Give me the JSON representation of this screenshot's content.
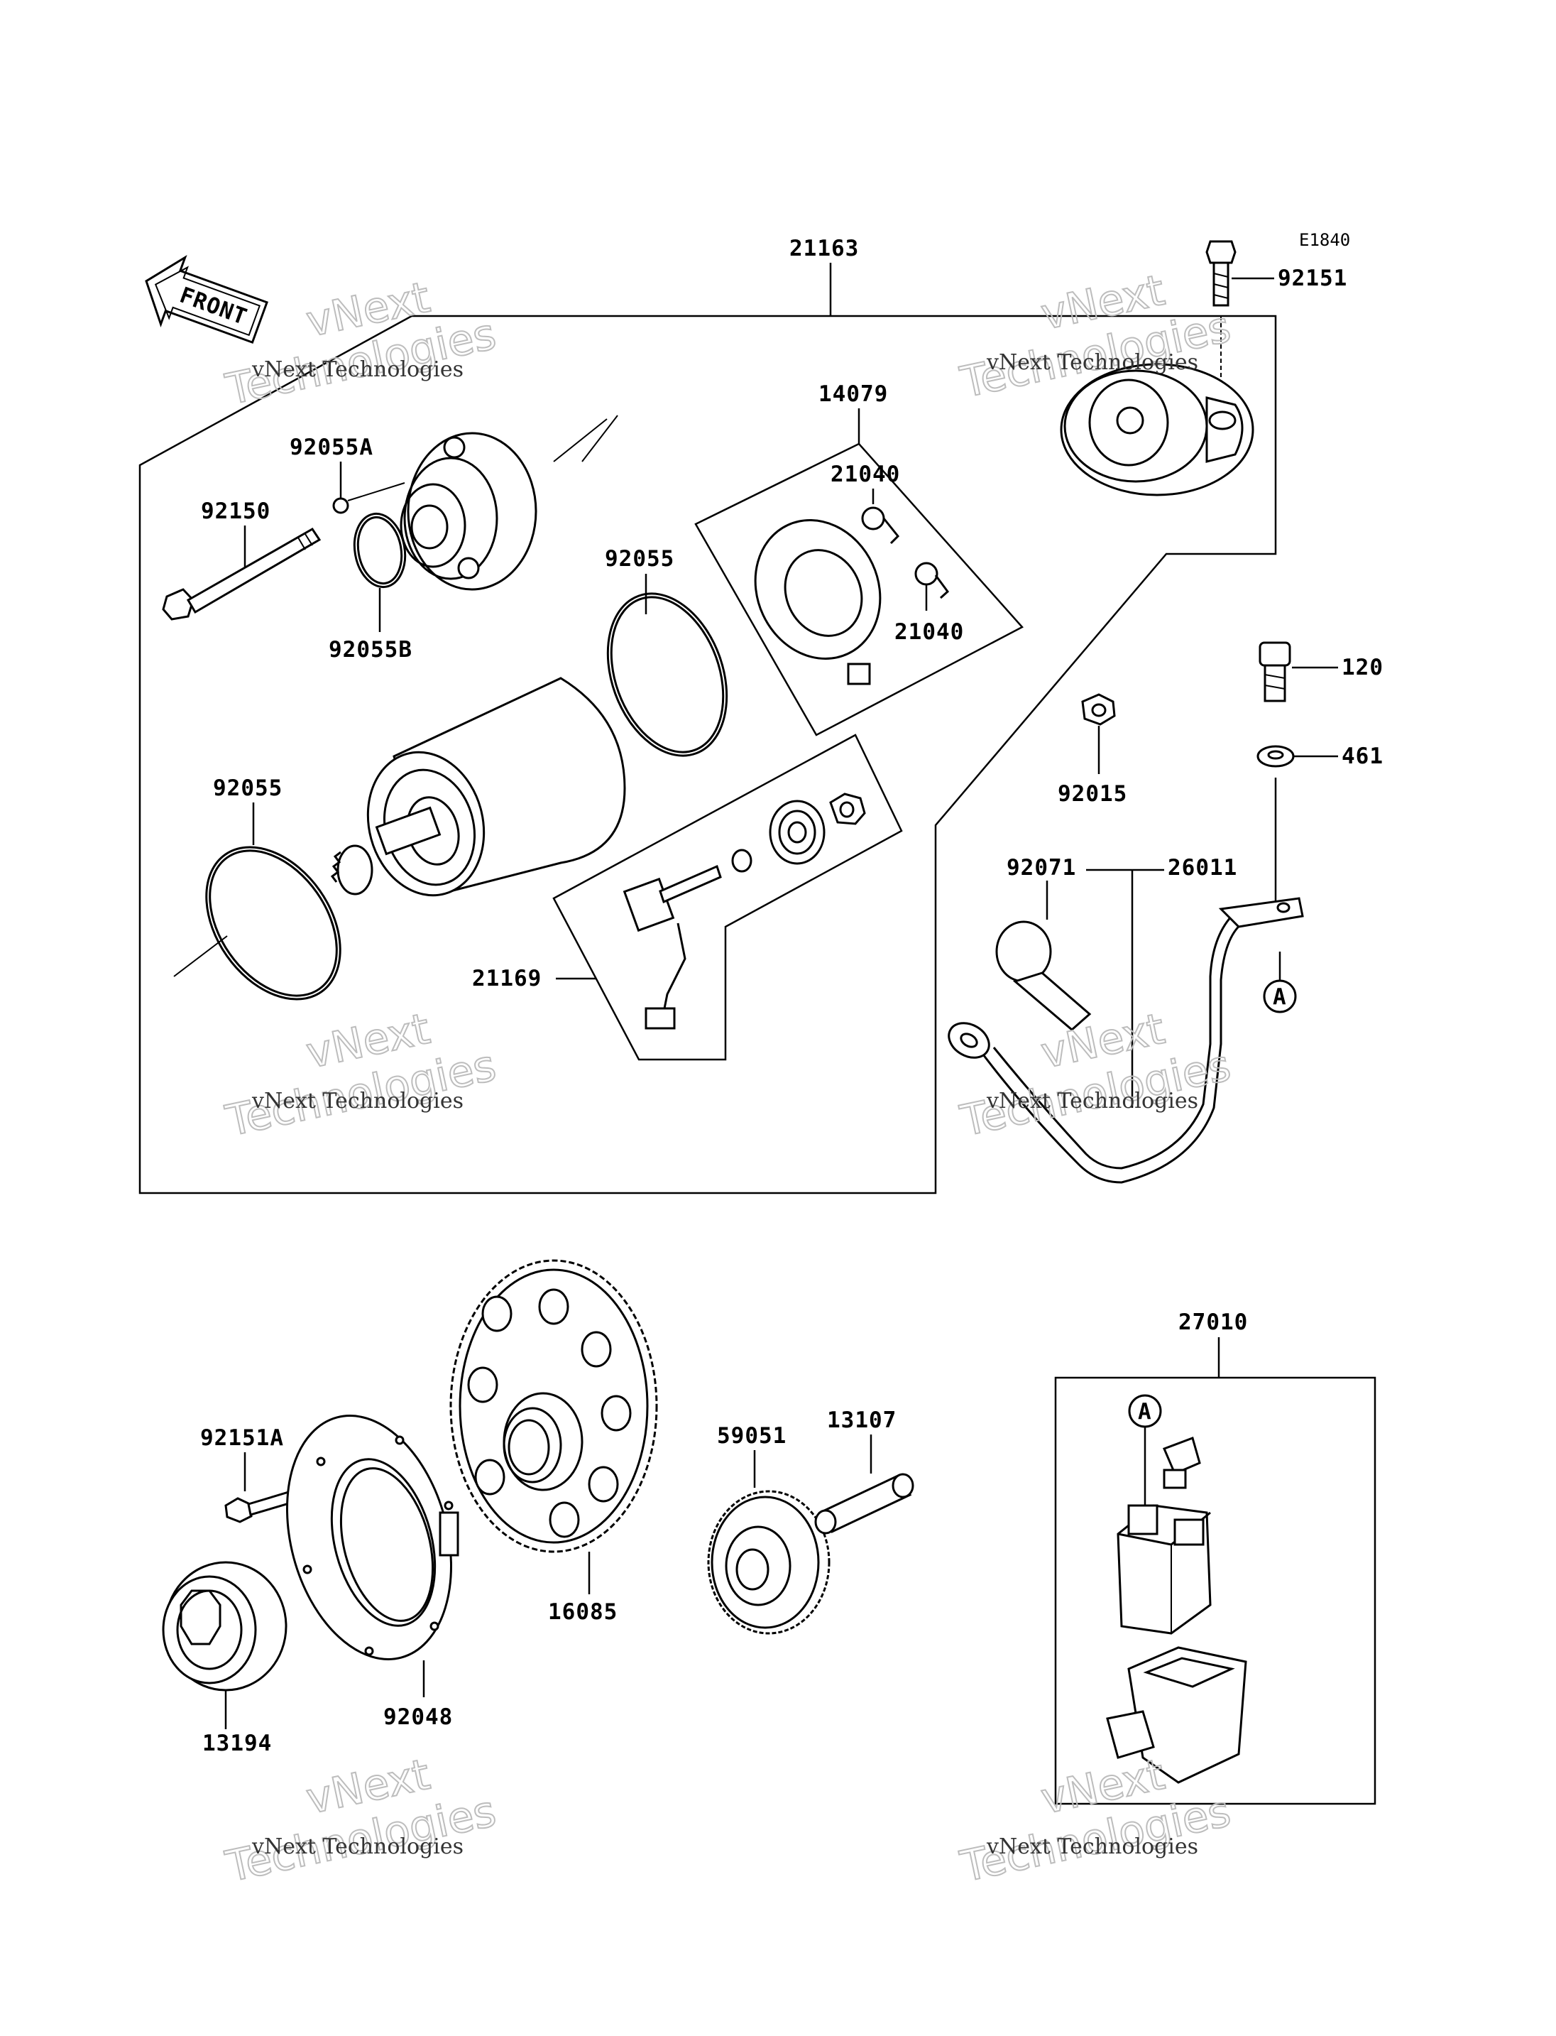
{
  "diagram_code": "E1840",
  "front_label": "FRONT",
  "callout_A": "A",
  "parts": {
    "p21163": "21163",
    "p92151": "92151",
    "p14079": "14079",
    "p21040a": "21040",
    "p21040b": "21040",
    "p92055A": "92055A",
    "p92150": "92150",
    "p92055B": "92055B",
    "p92055a": "92055",
    "p92055b": "92055",
    "p21169": "21169",
    "p120": "120",
    "p461": "461",
    "p92015": "92015",
    "p92071": "92071",
    "p26011": "26011",
    "p27010": "27010",
    "p92151A": "92151A",
    "p59051": "59051",
    "p13107": "13107",
    "p16085": "16085",
    "p92048": "92048",
    "p13194": "13194"
  },
  "watermark": {
    "line1": "vNext Technologies",
    "big1": "vNext",
    "big2": "Technologies"
  }
}
